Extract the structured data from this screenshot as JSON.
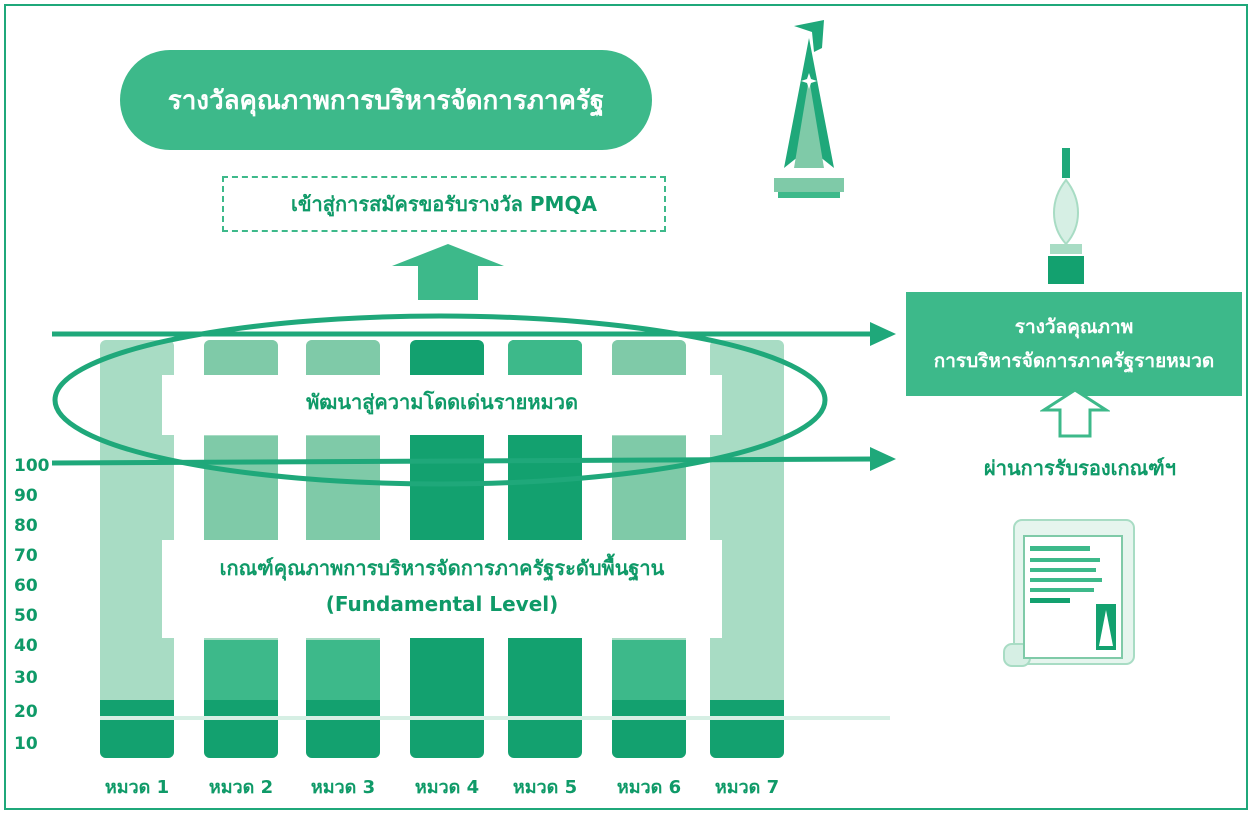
{
  "award_title": "รางวัลคุณภาพการบริหารจัดการภาครัฐ",
  "apply_label": "เข้าสู่การสมัครขอรับรางวัล PMQA",
  "excellence_band": "พัฒนาสู่ความโดดเด่นรายหมวด",
  "fundamental_band_line1": "เกณฑ์คุณภาพการบริหารจัดการภาครัฐระดับพื้นฐาน",
  "fundamental_band_line2": "(Fundamental Level)",
  "right_award_line1": "รางวัลคุณภาพ",
  "right_award_line2": "การบริหารจัดการภาครัฐรายหมวด",
  "pass_label": "ผ่านการรับรองเกณฑ์ฯ",
  "y_ticks": [
    "100",
    "90",
    "80",
    "70",
    "60",
    "50",
    "40",
    "30",
    "20",
    "10"
  ],
  "categories": [
    "หมวด 1",
    "หมวด 2",
    "หมวด 3",
    "หมวด 4",
    "หมวด 5",
    "หมวด 6",
    "หมวด 7"
  ],
  "colors": {
    "primary": "#3db98a",
    "dark": "#0f9a68",
    "col_light": "#a8dcc4",
    "col_mid": "#7fcaa8",
    "col_dark": "#13a16f"
  },
  "icons": [
    "trophy-icon",
    "small-trophy-icon",
    "certificate-icon"
  ]
}
